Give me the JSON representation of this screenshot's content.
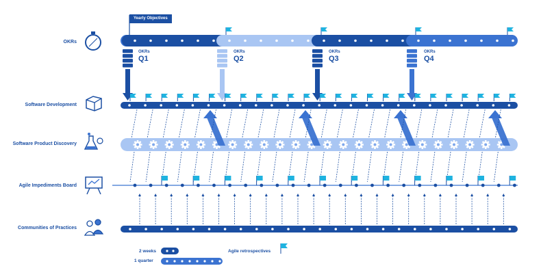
{
  "rows": {
    "okrs": "OKRs",
    "software_development": "Software Development",
    "product_discovery": "Software Product Discovery",
    "impediments_board": "Agile Impediments Board",
    "communities": "Communities of Practices"
  },
  "yearly_objectives": "Yearly Objectives",
  "okr_label": "OKRs",
  "quarters": [
    "Q1",
    "Q2",
    "Q3",
    "Q4"
  ],
  "legend": {
    "two_weeks": "2 weeks",
    "one_quarter": "1 quarter",
    "agile_retrospectives": "Agile retrospectives"
  },
  "colors": {
    "dark_blue": "#1b4fa3",
    "mid_blue": "#3b73d1",
    "light_blue": "#7fa8ec",
    "pale_blue": "#a9c6f3",
    "flag_cyan": "#1fb3e0"
  },
  "icons": {
    "okrs": "compass-icon",
    "software_development": "box-icon",
    "product_discovery": "flask-icon",
    "impediments_board": "board-icon",
    "communities": "people-icon"
  }
}
